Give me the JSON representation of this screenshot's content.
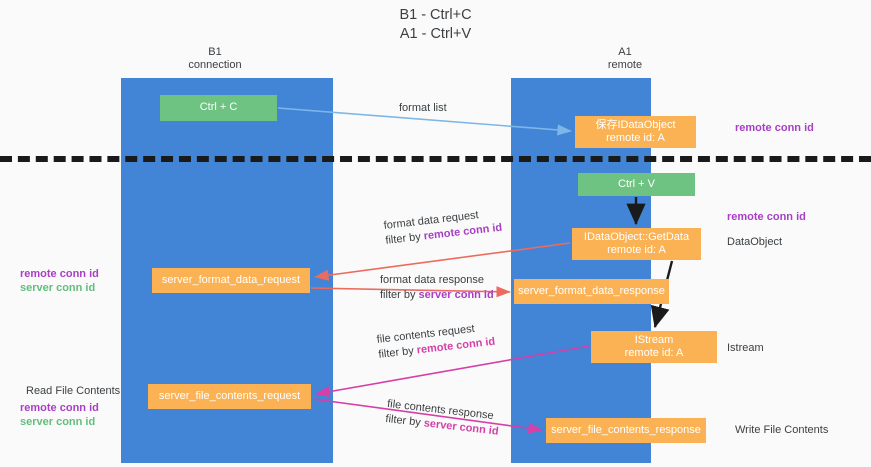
{
  "title": {
    "line1": "B1 - Ctrl+C",
    "line2": "A1 - Ctrl+V"
  },
  "columns": [
    {
      "id": "b1",
      "name": "B1",
      "sub": "connection"
    },
    {
      "id": "a1",
      "name": "A1",
      "sub": "remote"
    }
  ],
  "nodes": {
    "ctrl_c": {
      "line1": "Ctrl + C",
      "color": "#6ec382"
    },
    "save_idataobject": {
      "line1": "保存IDataObject",
      "line2": "remote id: A",
      "color": "#fbb254"
    },
    "ctrl_v": {
      "line1": "Ctrl + V",
      "color": "#6ec382"
    },
    "getdata": {
      "line1": "IDataObject::GetData",
      "line2": "remote id: A",
      "color": "#fbb254"
    },
    "server_format_data_request": {
      "line1": "server_format_data_request",
      "color": "#fbb254"
    },
    "server_format_data_response": {
      "line1": "server_format_data_response",
      "color": "#fbb254"
    },
    "istream": {
      "line1": "IStream",
      "line2": "remote id: A",
      "color": "#fbb254"
    },
    "server_file_contents_request": {
      "line1": "server_file_contents_request",
      "color": "#fbb254"
    },
    "server_file_contents_response": {
      "line1": "server_file_contents_response",
      "color": "#fbb254"
    }
  },
  "flows": {
    "format_list": {
      "text": "format list"
    },
    "format_data_request": {
      "text": "format data request",
      "filter_prefix": "filter by ",
      "filter_id": "remote conn id"
    },
    "format_data_response": {
      "text": "format data response",
      "filter_prefix": "filter by ",
      "filter_id": "server conn id"
    },
    "file_contents_request": {
      "text": "file contents request",
      "filter_prefix": "filter by ",
      "filter_id": "remote conn id"
    },
    "file_contents_response": {
      "text": "file contents response",
      "filter_prefix": "filter by ",
      "filter_id": "server conn id"
    }
  },
  "annotations": {
    "remote_conn_id_top": "remote conn id",
    "remote_conn_id_mid": "remote conn id",
    "dataobject": "DataObject",
    "istream": "Istream",
    "write_file_contents": "Write File Contents",
    "read_file_contents": "Read File Contents",
    "left_remote_conn_id": "remote conn id",
    "left_server_conn_id": "server conn id",
    "left_remote_conn_id_2": "remote conn id",
    "left_server_conn_id_2": "server conn id"
  },
  "colors": {
    "lane": "#4285d6",
    "green_node": "#6ec382",
    "orange_node": "#fbb254",
    "purple_id": "#a83fc4",
    "green_id": "#63bd7e",
    "red_arrow": "#ec6b5e",
    "pink_arrow": "#d63fa8",
    "blue_arrow": "#7eb6e8",
    "black_arrow": "#1a1a1a",
    "background": "#fafafa"
  }
}
